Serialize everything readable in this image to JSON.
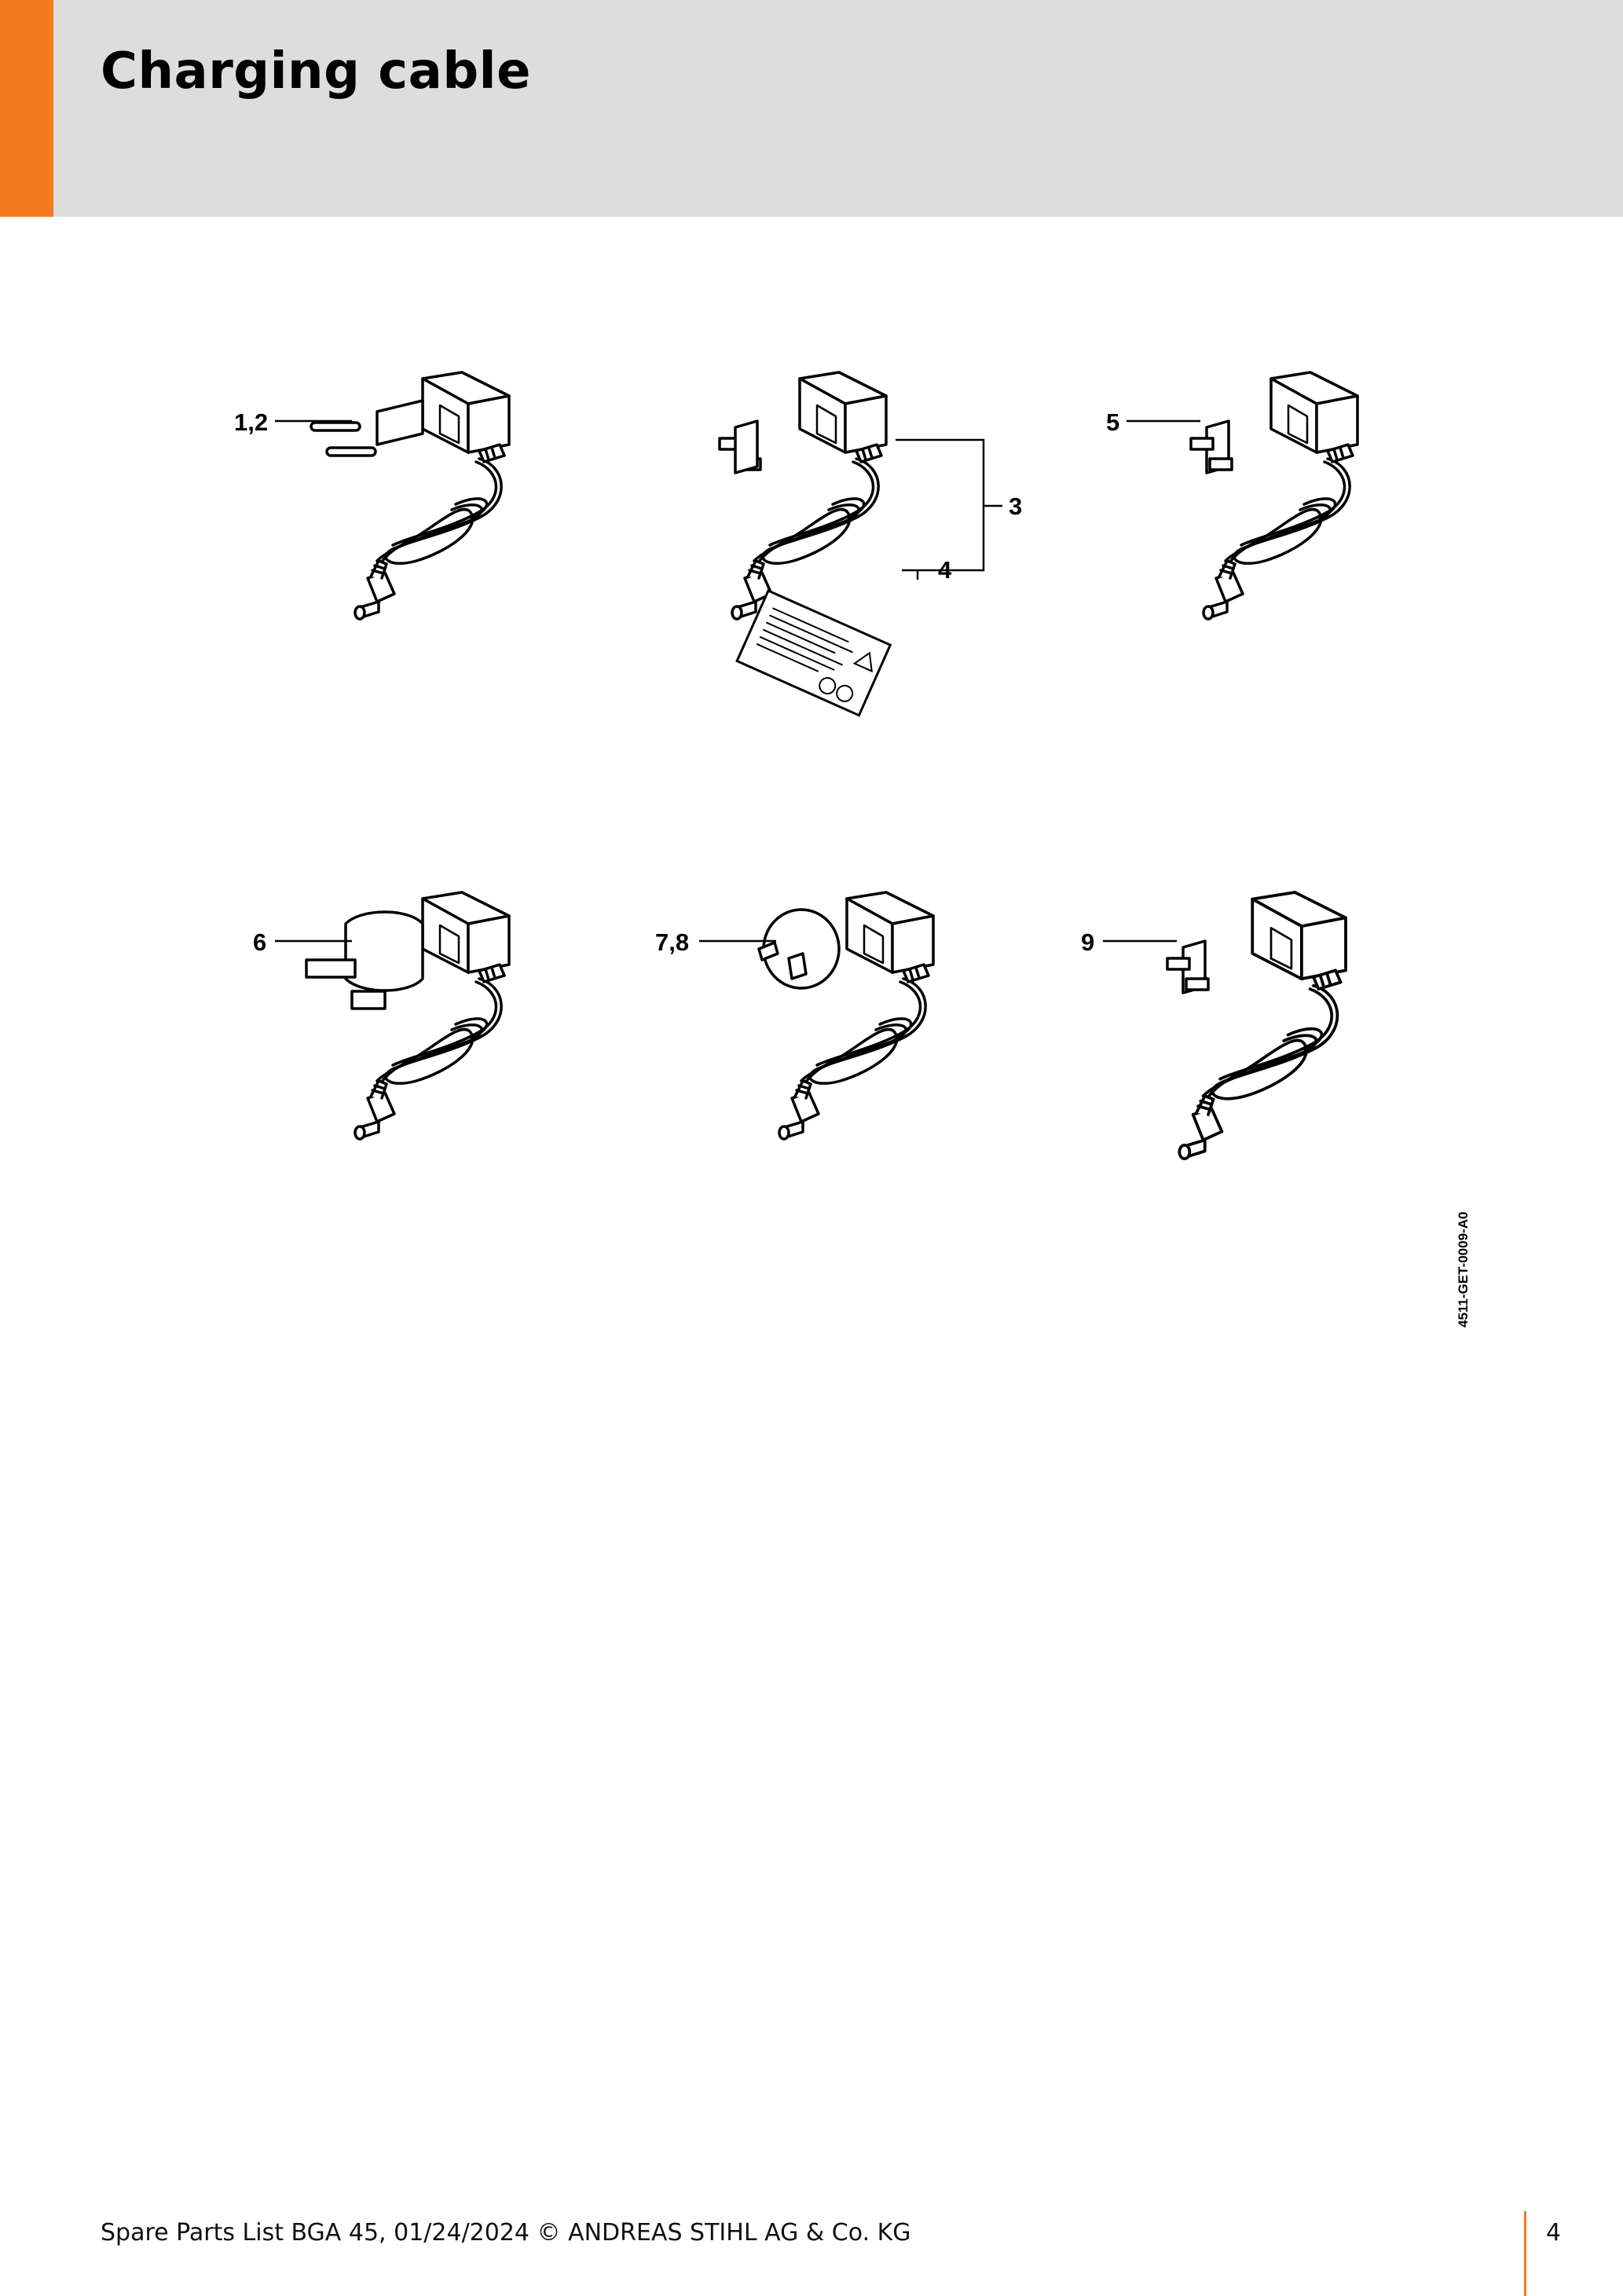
{
  "header": {
    "title": "Charging cable",
    "accent_color": "#f37a1f",
    "band_color": "#dcdddc"
  },
  "figure": {
    "callouts": {
      "c12": "1,2",
      "c3": "3",
      "c4": "4",
      "c5": "5",
      "c6": "6",
      "c78": "7,8",
      "c9": "9"
    },
    "drawing_code": "4511-GET-0009-A0"
  },
  "footer": {
    "text": "Spare Parts List BGA 45, 01/24/2024 © ANDREAS STIHL AG & Co. KG",
    "page_number": "4"
  }
}
